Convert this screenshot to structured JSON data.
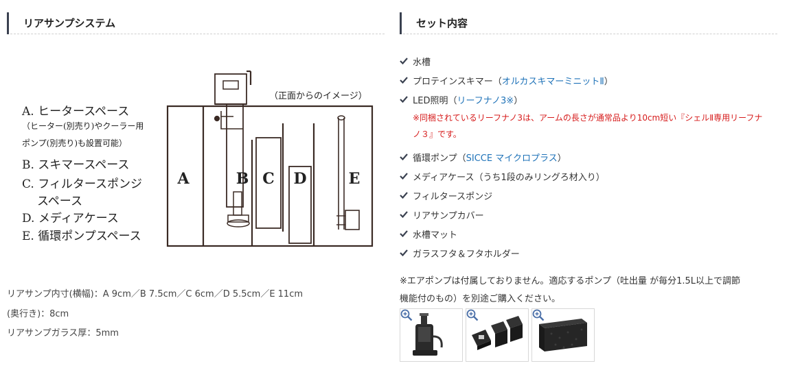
{
  "left": {
    "title": "リアサンプシステム",
    "diagram": {
      "view_note": "（正面からのイメージ）",
      "labels": [
        "A. ヒータースペース",
        "（ヒーター(別売り)やクーラー用",
        "ポンプ(別売り)も設置可能）",
        "B. スキマースペース",
        "C. フィルタースポンジ",
        "スペース",
        "D. メディアケース",
        "E. 循環ポンプスペース"
      ],
      "compartments": [
        "A",
        "B",
        "C",
        "D",
        "E"
      ]
    },
    "specs": [
      "リアサンプ内寸(横幅)：A 9cm／B 7.5cm／C 6cm／D 5.5cm／E 11cm",
      "(奥行き)：8cm",
      "リアサンプガラス厚：5mm"
    ]
  },
  "right": {
    "title": "セット内容",
    "items": [
      {
        "before": "水槽",
        "link": "",
        "after": ""
      },
      {
        "before": "プロテインスキマー（",
        "link": "オルカスキマーミニットⅡ",
        "after": "）"
      },
      {
        "before": "LED照明（",
        "link": "リーフナノ3※",
        "after": "）"
      },
      {
        "before": "循環ポンプ（",
        "link": "SICCE マイクロプラス",
        "after": "）"
      },
      {
        "before": "メディアケース（うち1段のみリングろ材入り）",
        "link": "",
        "after": ""
      },
      {
        "before": "フィルタースポンジ",
        "link": "",
        "after": ""
      },
      {
        "before": "リアサンプカバー",
        "link": "",
        "after": ""
      },
      {
        "before": "水槽マット",
        "link": "",
        "after": ""
      },
      {
        "before": "ガラスフタ＆フタホルダー",
        "link": "",
        "after": ""
      }
    ],
    "warning_line1": "※同梱されているリーフナノ3は、アームの長さが通常品より10cm短い『シェルⅡ専用リーフナ",
    "warning_line2": "ノ３』です。",
    "note_line1": "※エアポンプは付属しておりません。適応するポンプ（吐出量 が毎分1.5L以上で調節",
    "note_line2": "機能付のもの）を別途ご購入ください。",
    "thumbnails": [
      "pump-thumbnail",
      "media-case-thumbnail",
      "sponge-thumbnail"
    ]
  },
  "colors": {
    "accent_bar": "#3a4150",
    "link": "#1e72b8",
    "warning": "#d61a1a",
    "check": "#3a4150"
  }
}
